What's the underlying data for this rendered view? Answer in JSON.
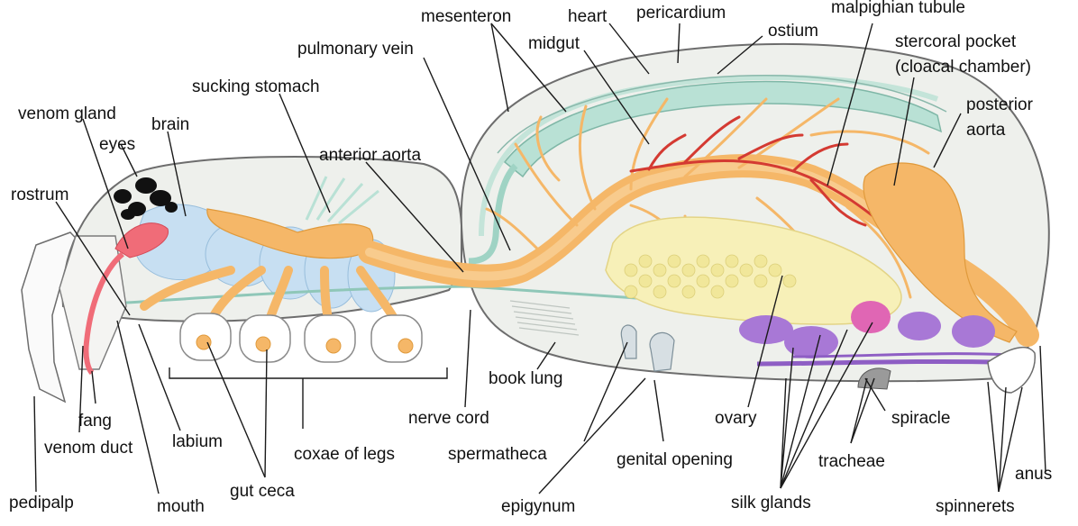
{
  "colors": {
    "background": "#ffffff",
    "body_fill": "#eef0ec",
    "body_outline": "#6d6d6d",
    "digestive": "#f5b768",
    "digestive_dark": "#e09a3c",
    "malpighian": "#d43a32",
    "heart": "#b9e1d5",
    "venom": "#f06c78",
    "nerve": "#c7dff2",
    "ovary": "#f7f0b8",
    "silk_glands": "#a878d6",
    "silk_glands_pink": "#e066b4",
    "book_lung": "#dde2de",
    "text": "#111111"
  },
  "labels": {
    "mesenteron": "mesenteron",
    "heart": "heart",
    "pericardium": "pericardium",
    "malpighian_tubule": "malpighian tubule",
    "ostium": "ostium",
    "pulmonary_vein": "pulmonary vein",
    "midgut": "midgut",
    "stercoral_pocket_line1": "stercoral pocket",
    "stercoral_pocket_line2": "(cloacal chamber)",
    "sucking_stomach": "sucking stomach",
    "posterior_aorta_line1": "posterior",
    "posterior_aorta_line2": "aorta",
    "venom_gland": "venom gland",
    "brain": "brain",
    "eyes": "eyes",
    "anterior_aorta": "anterior aorta",
    "rostrum": "rostrum",
    "book_lung": "book lung",
    "nerve_cord": "nerve cord",
    "ovary": "ovary",
    "spiracle": "spiracle",
    "fang": "fang",
    "venom_duct": "venom duct",
    "labium": "labium",
    "coxae_of_legs": "coxae of legs",
    "spermatheca": "spermatheca",
    "genital_opening": "genital opening",
    "tracheae": "tracheae",
    "anus": "anus",
    "pedipalp": "pedipalp",
    "mouth": "mouth",
    "gut_ceca": "gut ceca",
    "epigynum": "epigynum",
    "silk_glands": "silk glands",
    "spinnerets": "spinnerets"
  }
}
